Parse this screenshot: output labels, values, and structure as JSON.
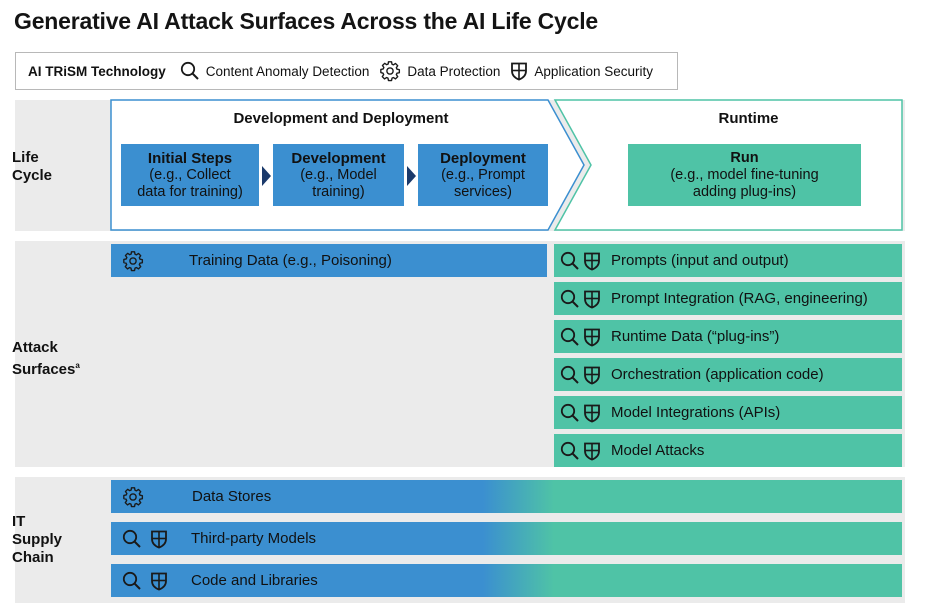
{
  "title": "Generative AI Attack Surfaces Across the AI Life Cycle",
  "legend": {
    "title": "AI TRiSM Technology",
    "items": [
      {
        "icon": "search-icon",
        "label": "Content Anomaly Detection"
      },
      {
        "icon": "gear-icon",
        "label": "Data Protection"
      },
      {
        "icon": "shield-icon",
        "label": "Application Security"
      }
    ]
  },
  "colors": {
    "blue": "#3b8fd0",
    "green": "#4fc3a6",
    "band": "#ebebeb"
  },
  "life_cycle": {
    "label_1": "Life",
    "label_2": "Cycle",
    "dev_phase": "Development and Deployment",
    "runtime_phase": "Runtime",
    "steps": [
      {
        "title": "Initial Steps",
        "line1": "(e.g., Collect",
        "line2": "data for training)"
      },
      {
        "title": "Development",
        "line1": "(e.g., Model",
        "line2": "training)"
      },
      {
        "title": "Deployment",
        "line1": "(e.g., Prompt",
        "line2": "services)"
      }
    ],
    "run": {
      "title": "Run",
      "line1": "(e.g., model fine-tuning",
      "line2": "adding plug-ins)"
    }
  },
  "attack_surfaces": {
    "label_1": "Attack",
    "label_2": "Surfaces",
    "footnote_mark": "a",
    "training_data": "Training Data (e.g., Poisoning)",
    "runtime_items": [
      "Prompts (input and output)",
      "Prompt Integration (RAG, engineering)",
      "Runtime Data (“plug-ins”)",
      "Orchestration (application code)",
      "Model Integrations (APIs)",
      "Model Attacks"
    ]
  },
  "it_supply_chain": {
    "label_1": "IT",
    "label_2": "Supply",
    "label_3": "Chain",
    "items": [
      "Data Stores",
      "Third-party Models",
      "Code and Libraries"
    ]
  }
}
